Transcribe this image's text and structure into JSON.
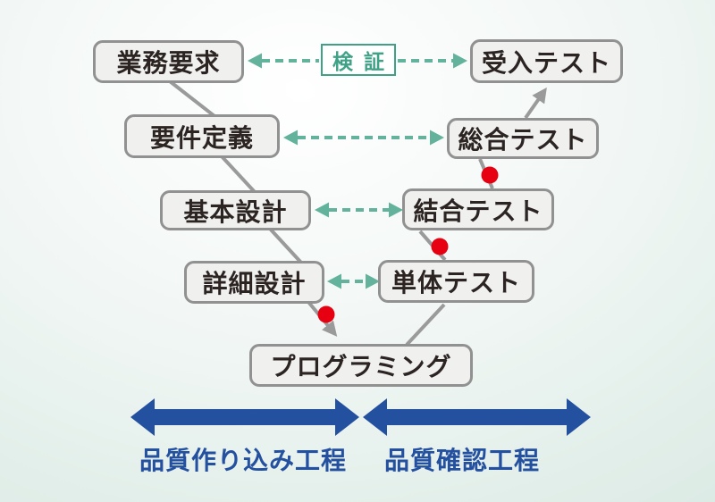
{
  "nodes": {
    "business_requirements": "業務要求",
    "requirements_definition": "要件定義",
    "basic_design": "基本設計",
    "detailed_design": "詳細設計",
    "programming": "プログラミング",
    "unit_test": "単体テスト",
    "integration_test": "結合テスト",
    "system_test": "総合テスト",
    "acceptance_test": "受入テスト",
    "verification": "検証"
  },
  "process_labels": {
    "quality_building": "品質作り込み工程",
    "quality_confirmation": "品質確認工程"
  },
  "colors": {
    "teal": "#62b29c",
    "teal_dark": "#3fa286",
    "gray_line": "#9a9a9a",
    "box_border": "#919191",
    "box_fill": "#f0f0ef",
    "ink": "#2b2422",
    "red": "#e60012",
    "blue": "#2450a0"
  }
}
